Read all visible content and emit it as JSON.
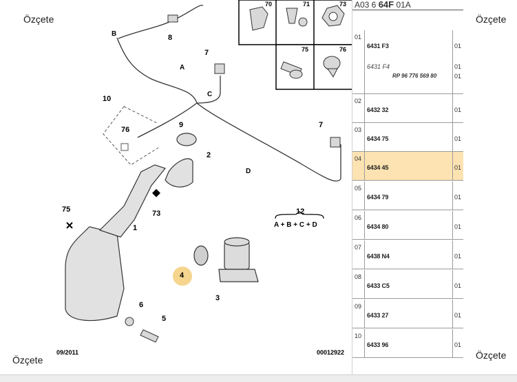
{
  "watermark": "Özçete",
  "diagram": {
    "date": "09/2011",
    "code": "00012922",
    "formula_number": "12",
    "formula": "A + B + C + D",
    "callouts": [
      "1",
      "2",
      "3",
      "4",
      "5",
      "6",
      "7",
      "7",
      "8",
      "9",
      "10",
      "12",
      "73",
      "75",
      "76"
    ],
    "hose_letters": [
      "A",
      "B",
      "C",
      "D"
    ],
    "inset_labels": [
      "70",
      "71",
      "73",
      "75",
      "76"
    ],
    "highlight_color": "#f6d58e"
  },
  "table": {
    "header_prefix": "A03 6 ",
    "header_bold": "64F",
    "header_suffix": " 01A",
    "rows": [
      {
        "num": "01",
        "ref": "6431 F3",
        "qty": "01",
        "ref2": "6431 F4",
        "qty2": "01",
        "note": "RP 96 776 569 80",
        "qty3": "01"
      },
      {
        "num": "02",
        "ref": "6432 32",
        "qty": "01"
      },
      {
        "num": "03",
        "ref": "6434 75",
        "qty": "01"
      },
      {
        "num": "04",
        "ref": "6434 45",
        "qty": "01",
        "highlight": true
      },
      {
        "num": "05",
        "ref": "6434 79",
        "qty": "01"
      },
      {
        "num": "06",
        "ref": "6434 80",
        "qty": "01"
      },
      {
        "num": "07",
        "ref": "6438 N4",
        "qty": "01"
      },
      {
        "num": "08",
        "ref": "6433 C5",
        "qty": "01"
      },
      {
        "num": "09",
        "ref": "6433 27",
        "qty": "01"
      },
      {
        "num": "10",
        "ref": "6433 96",
        "qty": "01"
      }
    ]
  }
}
